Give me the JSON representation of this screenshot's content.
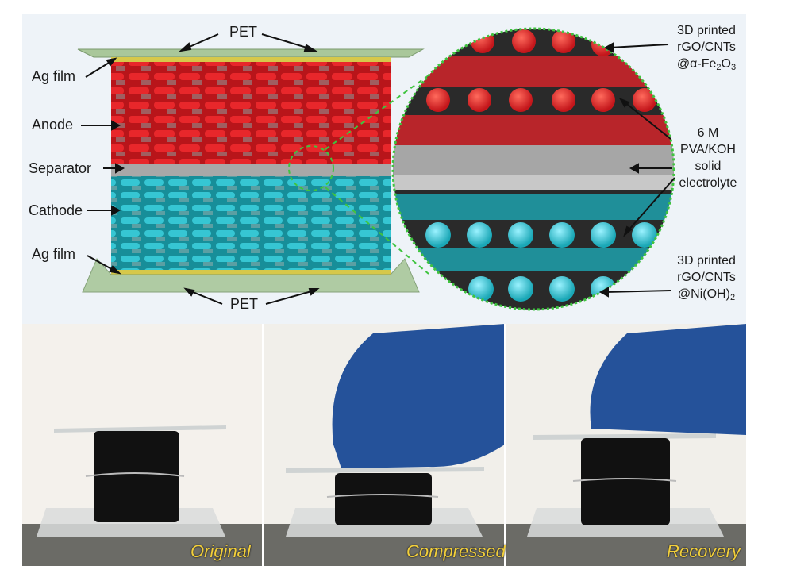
{
  "labels": {
    "pet_top": "PET",
    "pet_bottom": "PET",
    "ag_film_top": "Ag film",
    "anode": "Anode",
    "separator": "Separator",
    "cathode": "Cathode",
    "ag_film_bottom": "Ag film"
  },
  "zoom_labels": {
    "anode_l1": "3D printed",
    "anode_l2": "rGO/CNTs",
    "anode_l3_prefix": "@α-Fe",
    "anode_sub1": "2",
    "anode_mid": "O",
    "anode_sub2": "3",
    "elec_l1": "6 M",
    "elec_l2": "PVA/KOH",
    "elec_l3": "solid",
    "elec_l4": "electrolyte",
    "cathode_l1": "3D printed",
    "cathode_l2": "rGO/CNTs",
    "cathode_l3_prefix": "@Ni(OH)",
    "cathode_sub": "2"
  },
  "photo_captions": {
    "original": "Original",
    "compressed": "Compressed",
    "recovery": "Recovery"
  },
  "colors": {
    "anode": "#e3262a",
    "cathode": "#2ec2cf",
    "pet": "#9fc08f",
    "ag": "#d6c84a",
    "separator": "#a8a8a8",
    "zoom_ring": "#3fc43f",
    "caption": "#f2cf3b"
  }
}
